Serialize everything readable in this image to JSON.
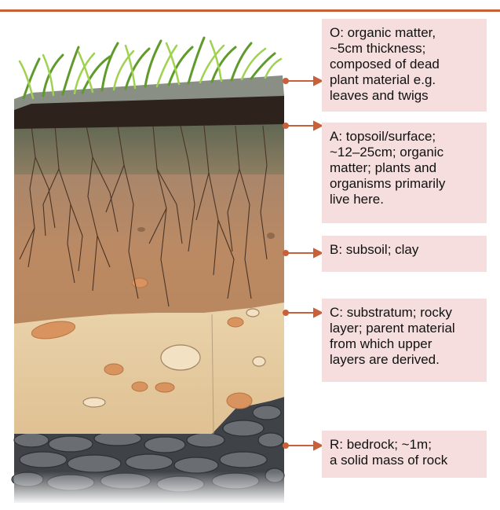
{
  "labels": {
    "o": "O: organic matter,\n~5cm thickness;\ncomposed of dead\nplant material e.g.\nleaves and twigs",
    "a": "A: topsoil/surface;\n~12–25cm; organic\nmatter; plants and\norganisms primarily\nlive here.",
    "b": "B: subsoil; clay",
    "c": "C: substratum; rocky\nlayer; parent material\nfrom which upper\nlayers are derived.",
    "r": "R: bedrock; ~1m;\na solid mass of rock"
  },
  "colors": {
    "rule": "#c8603a",
    "label_bg": "#f5dedd",
    "arrow": "#c8603a",
    "grass": "#8ec63f",
    "o_layer": "#2e231c",
    "a_layer": "#7c7a63",
    "b_layer": "#b48563",
    "c_layer": "#e6ccA2",
    "r_layer": "#4d5055",
    "stone": "#d9935e"
  }
}
